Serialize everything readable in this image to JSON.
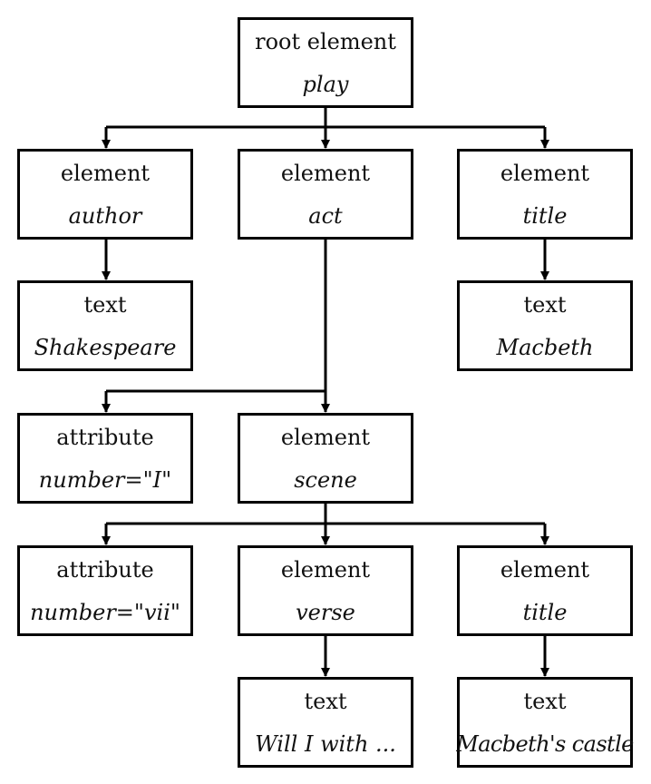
{
  "nodes": {
    "root": {
      "kind": "root element",
      "name": "play"
    },
    "author": {
      "kind": "element",
      "name": "author"
    },
    "act": {
      "kind": "element",
      "name": "act"
    },
    "title1": {
      "kind": "element",
      "name": "title"
    },
    "shakespeare": {
      "kind": "text",
      "name": "Shakespeare"
    },
    "macbeth": {
      "kind": "text",
      "name": "Macbeth"
    },
    "act_number": {
      "kind": "attribute",
      "name": "number=\"I\""
    },
    "scene": {
      "kind": "element",
      "name": "scene"
    },
    "scene_number": {
      "kind": "attribute",
      "name": "number=\"vii\""
    },
    "verse": {
      "kind": "element",
      "name": "verse"
    },
    "title2": {
      "kind": "element",
      "name": "title"
    },
    "verse_text": {
      "kind": "text",
      "name": "Will I with ..."
    },
    "title2_text": {
      "kind": "text",
      "name": "Macbeth's castle"
    }
  },
  "edges": [
    [
      "root",
      "author"
    ],
    [
      "root",
      "act"
    ],
    [
      "root",
      "title1"
    ],
    [
      "author",
      "shakespeare"
    ],
    [
      "title1",
      "macbeth"
    ],
    [
      "act",
      "act_number"
    ],
    [
      "act",
      "scene"
    ],
    [
      "scene",
      "scene_number"
    ],
    [
      "scene",
      "verse"
    ],
    [
      "scene",
      "title2"
    ],
    [
      "verse",
      "verse_text"
    ],
    [
      "title2",
      "title2_text"
    ]
  ]
}
